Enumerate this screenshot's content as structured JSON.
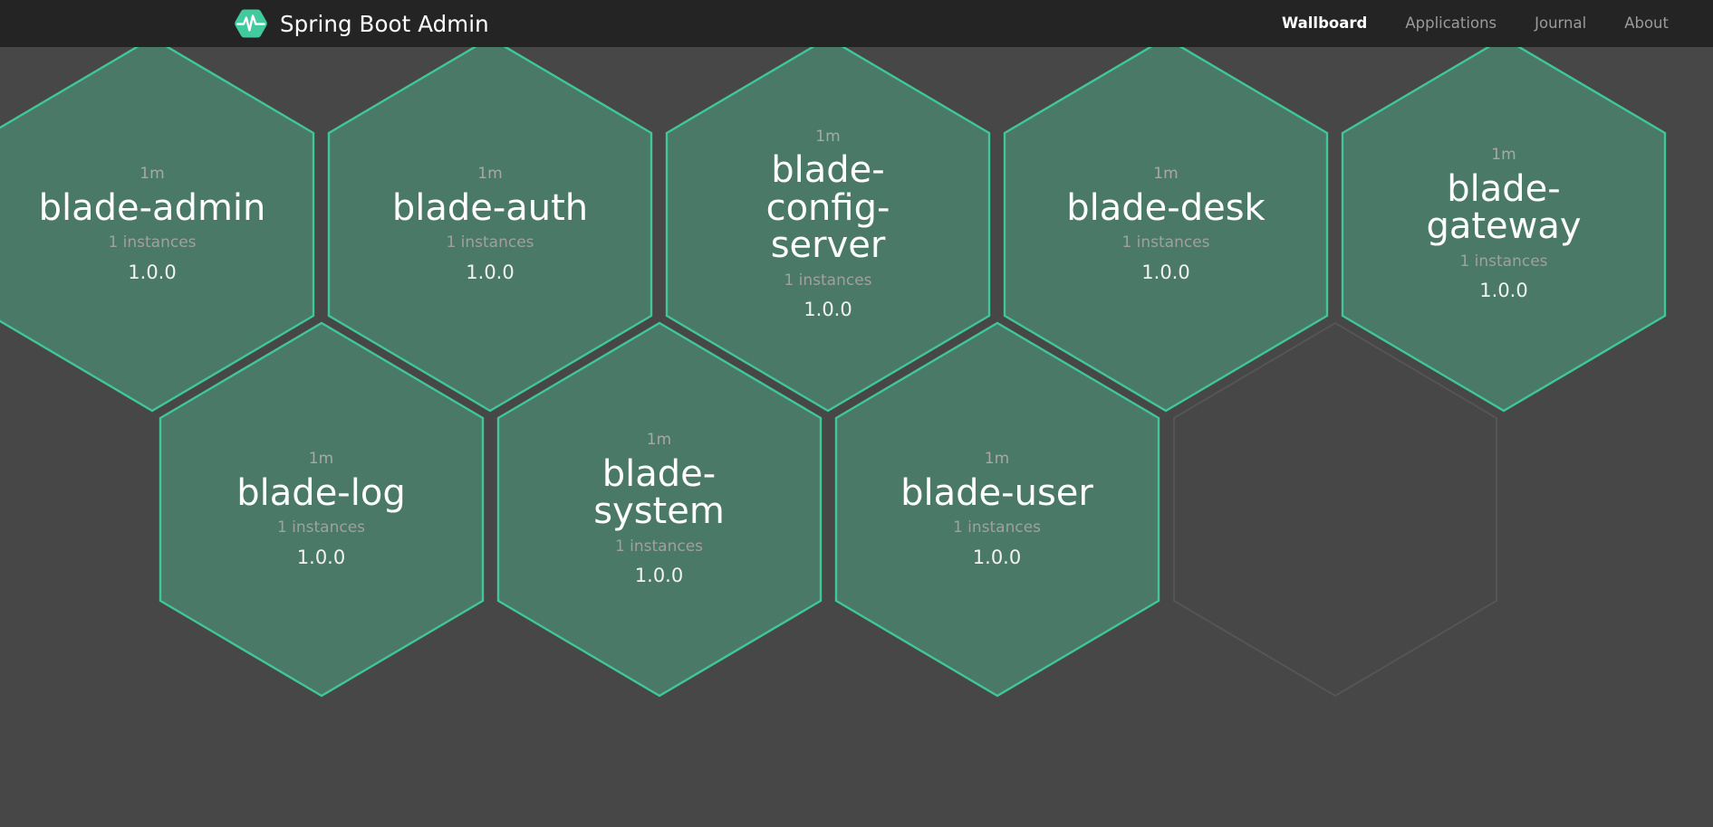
{
  "navbar": {
    "brand_title": "Spring Boot Admin",
    "brand_logo_icon": "spring-boot-admin-heartbeat-hexagon-logo",
    "logo_color": "#42ca9f",
    "background": "#242424",
    "links": [
      {
        "label": "Wallboard",
        "active": true
      },
      {
        "label": "Applications",
        "active": false
      },
      {
        "label": "Journal",
        "active": false
      },
      {
        "label": "About",
        "active": false
      }
    ]
  },
  "wallboard": {
    "background": "#474747",
    "hex_fill": "#4a7968",
    "hex_border": "#3fc79a",
    "empty_hex_border": "#555555",
    "applications": [
      {
        "uptime": "1m",
        "name": "blade-admin",
        "instances": "1 instances",
        "version": "1.0.0",
        "status": "up"
      },
      {
        "uptime": "1m",
        "name": "blade-auth",
        "instances": "1 instances",
        "version": "1.0.0",
        "status": "up"
      },
      {
        "uptime": "1m",
        "name": "blade-config-server",
        "instances": "1 instances",
        "version": "1.0.0",
        "status": "up"
      },
      {
        "uptime": "1m",
        "name": "blade-desk",
        "instances": "1 instances",
        "version": "1.0.0",
        "status": "up"
      },
      {
        "uptime": "1m",
        "name": "blade-gateway",
        "instances": "1 instances",
        "version": "1.0.0",
        "status": "up"
      },
      {
        "uptime": "1m",
        "name": "blade-log",
        "instances": "1 instances",
        "version": "1.0.0",
        "status": "up"
      },
      {
        "uptime": "1m",
        "name": "blade-system",
        "instances": "1 instances",
        "version": "1.0.0",
        "status": "up"
      },
      {
        "uptime": "1m",
        "name": "blade-user",
        "instances": "1 instances",
        "version": "1.0.0",
        "status": "up"
      }
    ]
  }
}
